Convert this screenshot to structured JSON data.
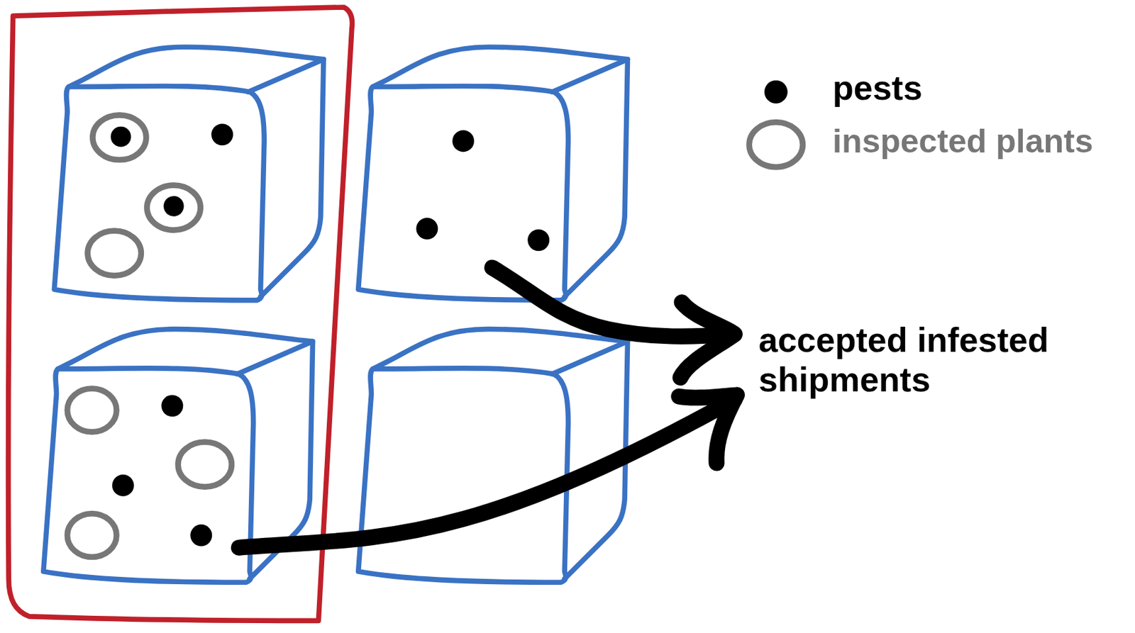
{
  "diagram": {
    "labels": [
      "accepted infested shipments"
    ],
    "legend": [
      {
        "text": "pests"
      },
      {
        "text": "inspected plants"
      }
    ]
  }
}
